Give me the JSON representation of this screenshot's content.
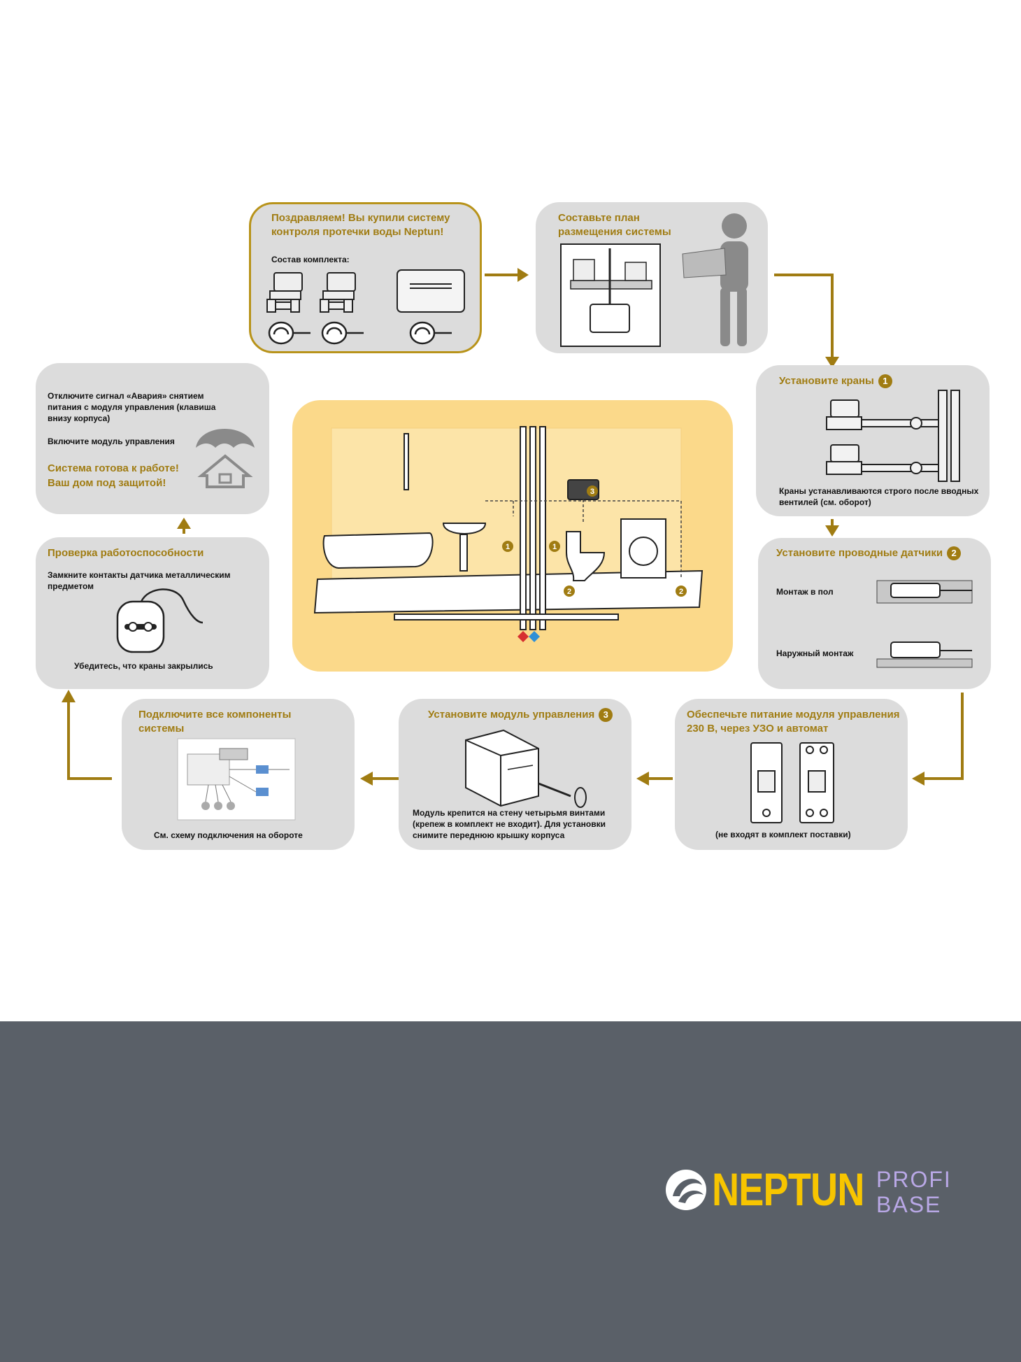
{
  "welcome": {
    "title": "Поздравляем! Вы купили систему контроля протечки воды Neptun!",
    "kit_label": "Состав комплекта:"
  },
  "plan": {
    "title": "Составьте план размещения системы"
  },
  "valves": {
    "title": "Установите краны",
    "badge": "1",
    "note": "Краны устанавливаются строго после вводных вентилей (см. оборот)"
  },
  "sensors": {
    "title": "Установите проводные датчики",
    "badge": "2",
    "floor_label": "Монтаж в пол",
    "surface_label": "Наружный монтаж"
  },
  "power": {
    "title": "Обеспечьте питание модуля управления 230 В, через УЗО и автомат",
    "note": "(не входят в комплект поставки)"
  },
  "module": {
    "title": "Установите модуль управления",
    "badge": "3",
    "note": "Модуль крепится на стену четырьмя винтами (крепеж в комплект не входит). Для установки снимите переднюю крышку корпуса"
  },
  "connect": {
    "title": "Подключите все компоненты системы",
    "note": "См. схему подключения на обороте"
  },
  "check": {
    "title": "Проверка работоспособности",
    "instruction": "Замкните контакты датчика металлическим предметом",
    "confirm": "Убедитесь, что краны закрылись"
  },
  "ready": {
    "step1": "Отключите сигнал «Авария» снятием питания с модуля управления (клавиша внизу корпуса)",
    "step2": "Включите модуль управления",
    "done": "Система готова к работе! Ваш дом под защитой!"
  },
  "scene_badges": [
    "1",
    "1",
    "2",
    "2",
    "3"
  ],
  "brand": {
    "name": "NEPTUN",
    "line1": "PROFI",
    "line2": "BASE"
  },
  "colors": {
    "accent": "#a07c12",
    "card": "#dcdcdc",
    "scene": "#fbd98a",
    "footer": "#5a6068",
    "logo": "#f7c500",
    "logo_sub": "#b9a8e6"
  }
}
